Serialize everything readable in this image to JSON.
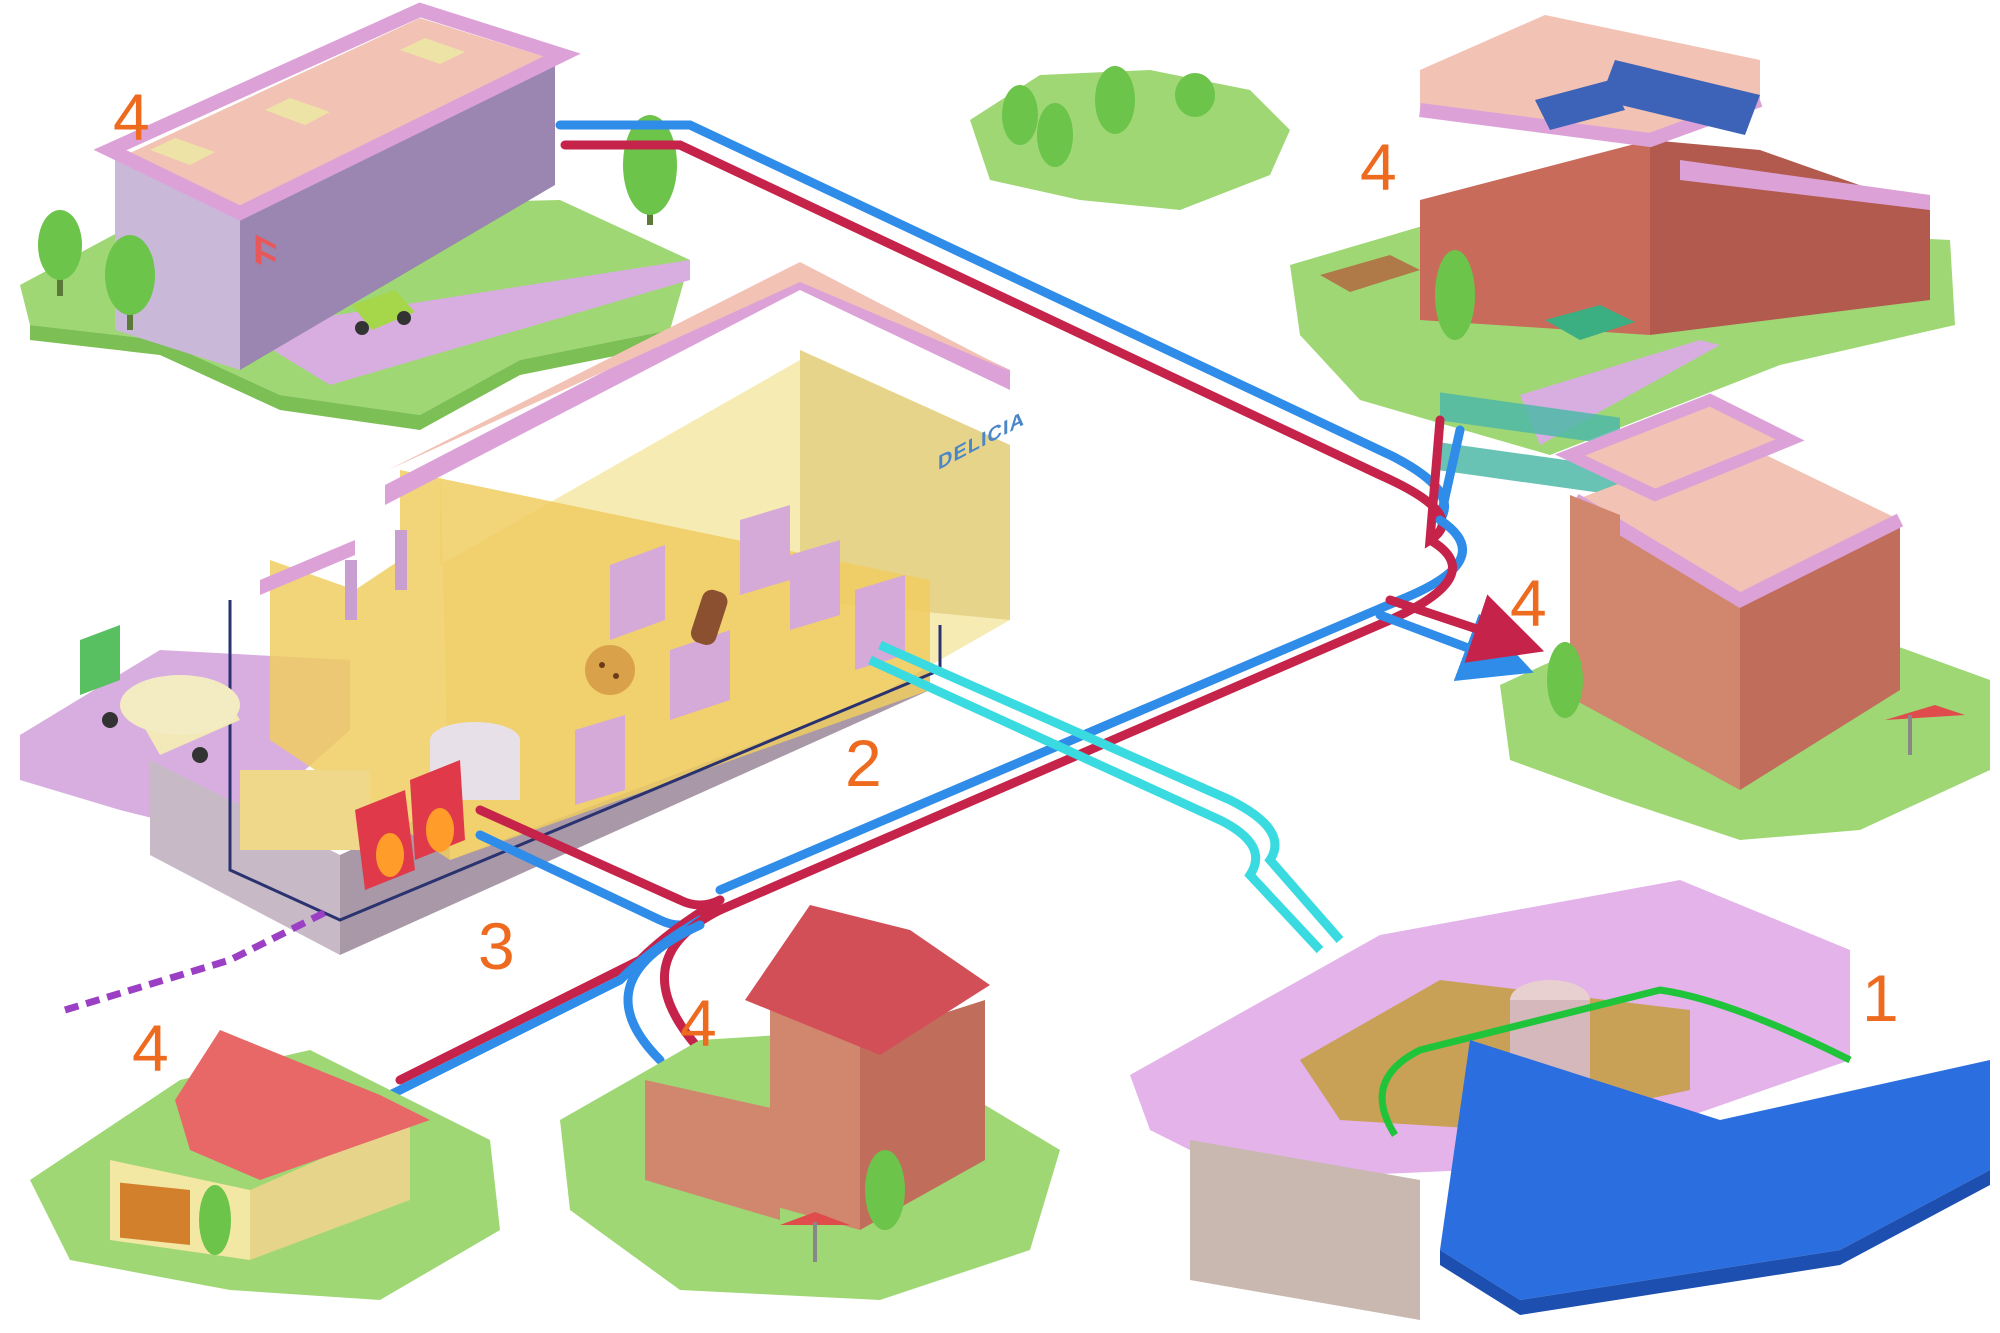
{
  "diagram": {
    "labels": {
      "factory_top_left": "4",
      "school": "4",
      "apartment": "4",
      "plant": "2",
      "heat_unit": "3",
      "lake": "1",
      "house_left": "4",
      "house_center": "4"
    },
    "plant_sign": "DELICIA",
    "factory_logo": "F"
  },
  "colors": {
    "label": "#ee6a1f",
    "supply_pipe": "#c5234a",
    "return_pipe": "#2f8ce8",
    "cooling_pipe": "#39dbe0",
    "gas_pipe": "#9b3fc4",
    "lake_loop": "#1fc43a",
    "water": "#2b6ee0",
    "grass": "#9ed774",
    "ground": "#d8aee0",
    "roof_trim": "#e2a9de",
    "roof": "#f2c2b4"
  },
  "icons": [
    "tree-icon",
    "car-icon",
    "truck-icon",
    "fire-icon",
    "cookie-icon",
    "ice-cream-icon",
    "solar-panel-icon",
    "umbrella-icon",
    "ping-pong-table-icon"
  ]
}
